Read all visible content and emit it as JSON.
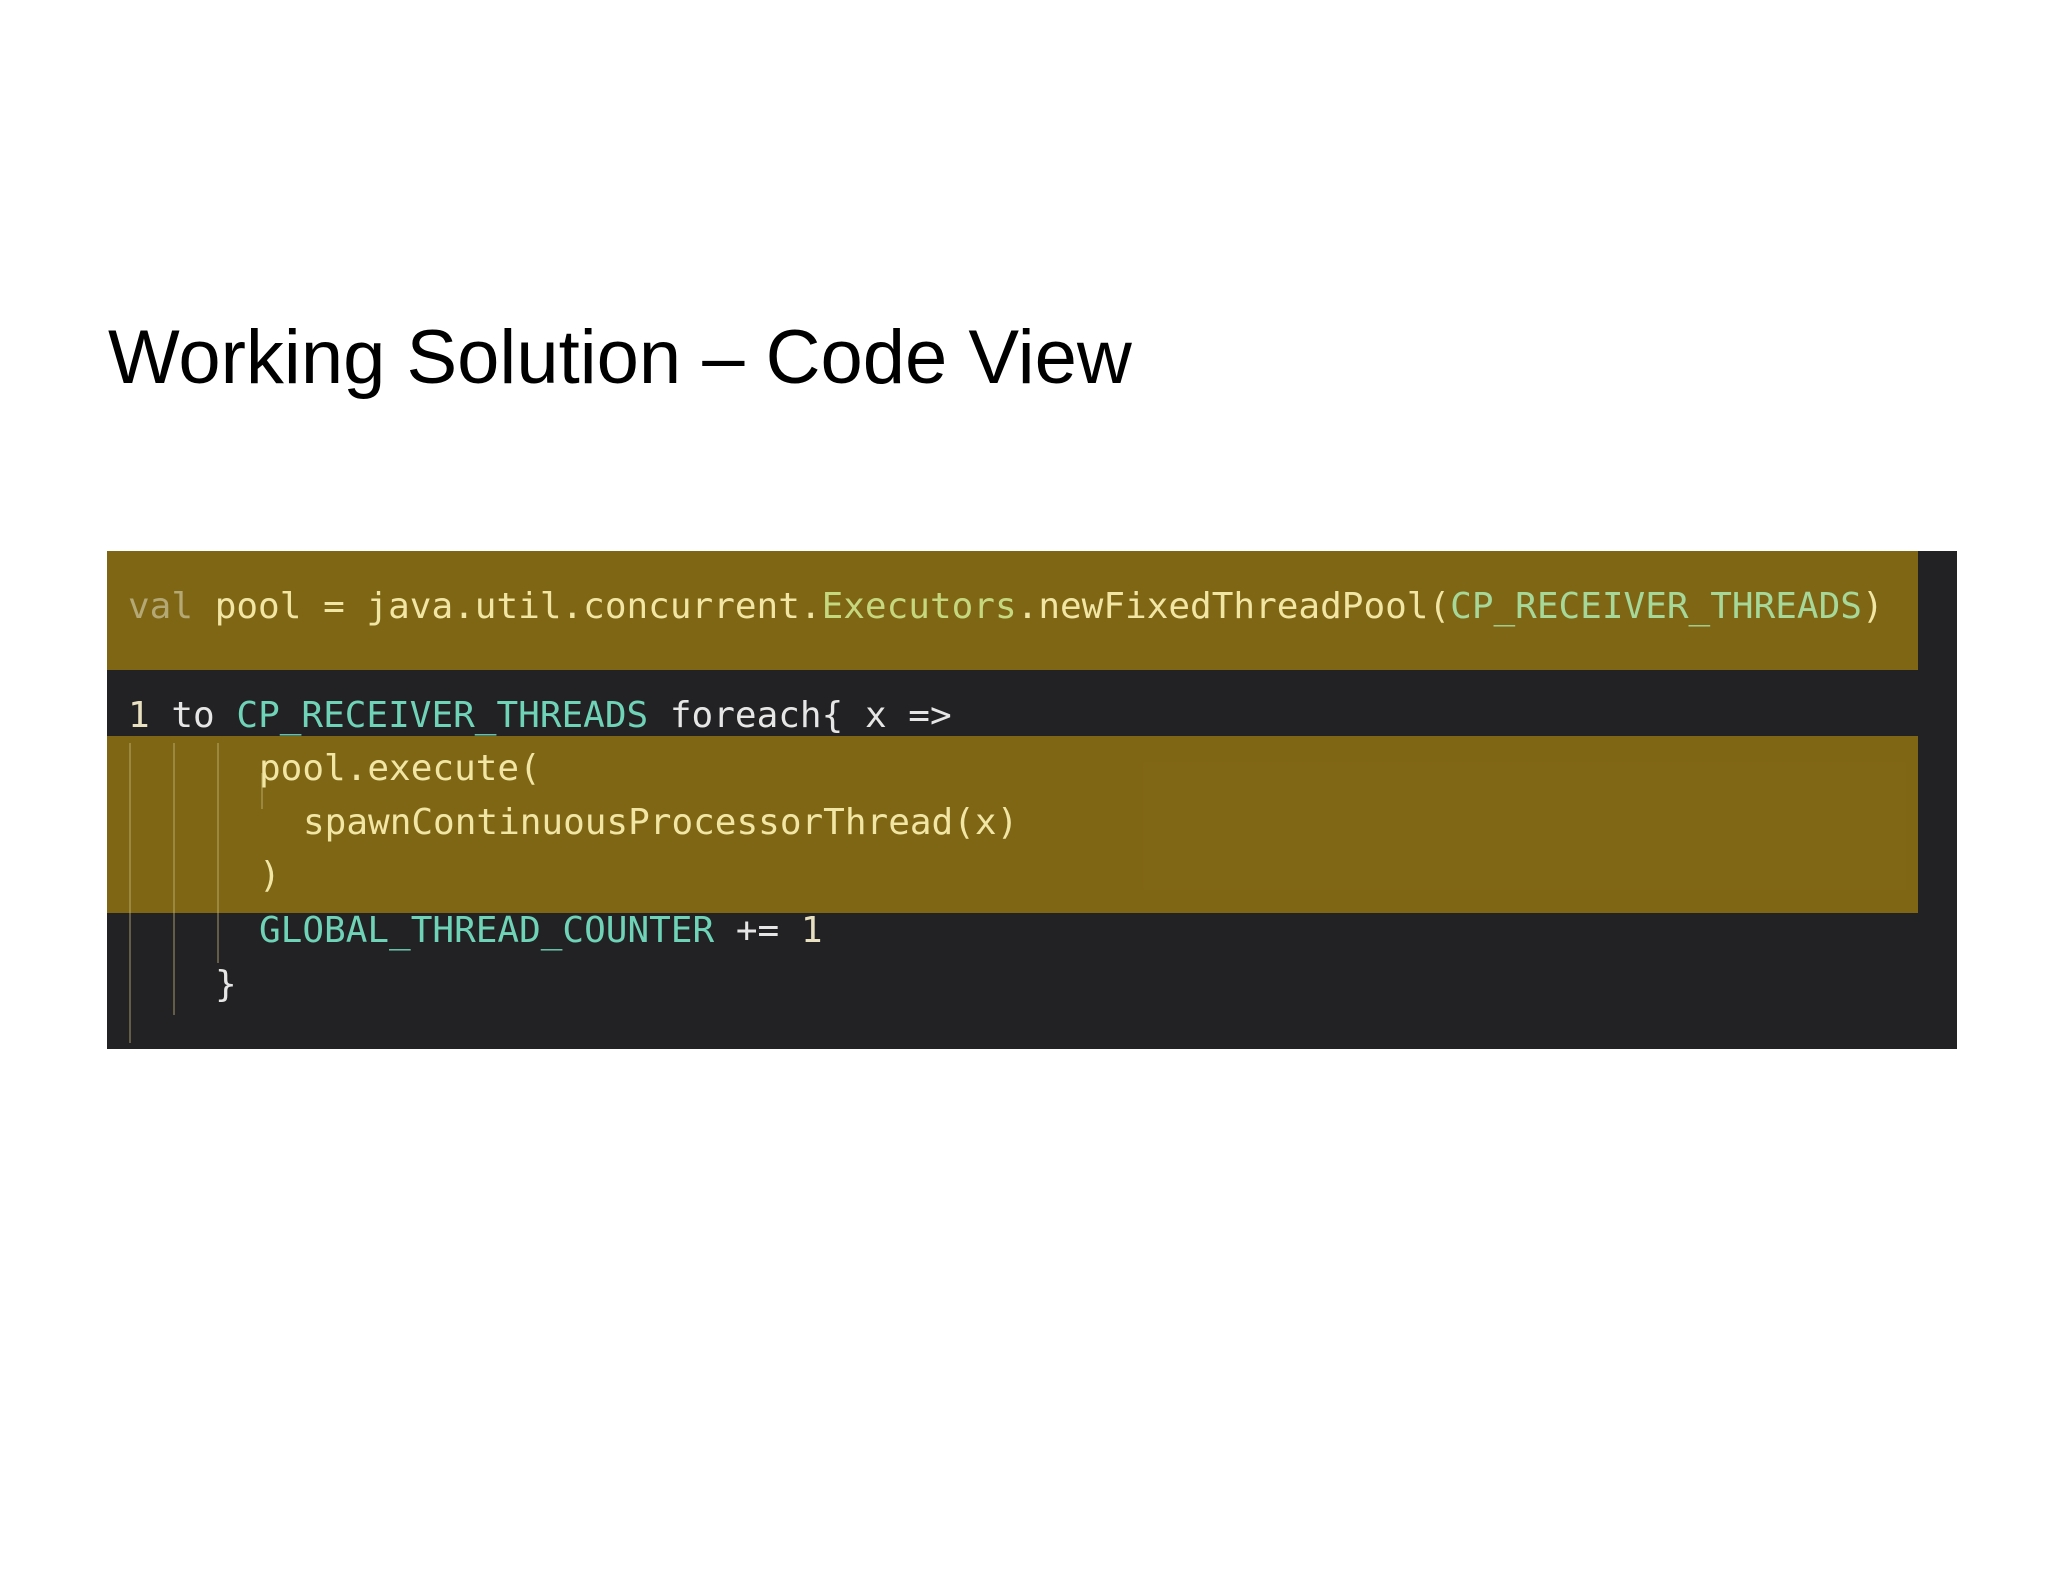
{
  "slide": {
    "title": "Working Solution – Code View"
  },
  "code": {
    "line1": {
      "kw": "val",
      "name": " pool = java.util.concurrent.",
      "cls": "Executors",
      "call": ".newFixedThreadPool(",
      "const": "CP_RECEIVER_THREADS",
      "close": ")"
    },
    "line2": {
      "num": "1",
      "to": " to ",
      "const": "CP_RECEIVER_THREADS",
      "rest": " foreach{ x =>"
    },
    "line3": "pool.execute(",
    "line4": "spawnContinuousProcessorThread(x)",
    "line5": ")",
    "line6": {
      "const": "GLOBAL_THREAD_COUNTER",
      "op": " += ",
      "num": "1"
    },
    "line7": "}"
  },
  "colors": {
    "panel_background": "#222224",
    "highlight": "#876c14",
    "title_text": "#000000"
  }
}
